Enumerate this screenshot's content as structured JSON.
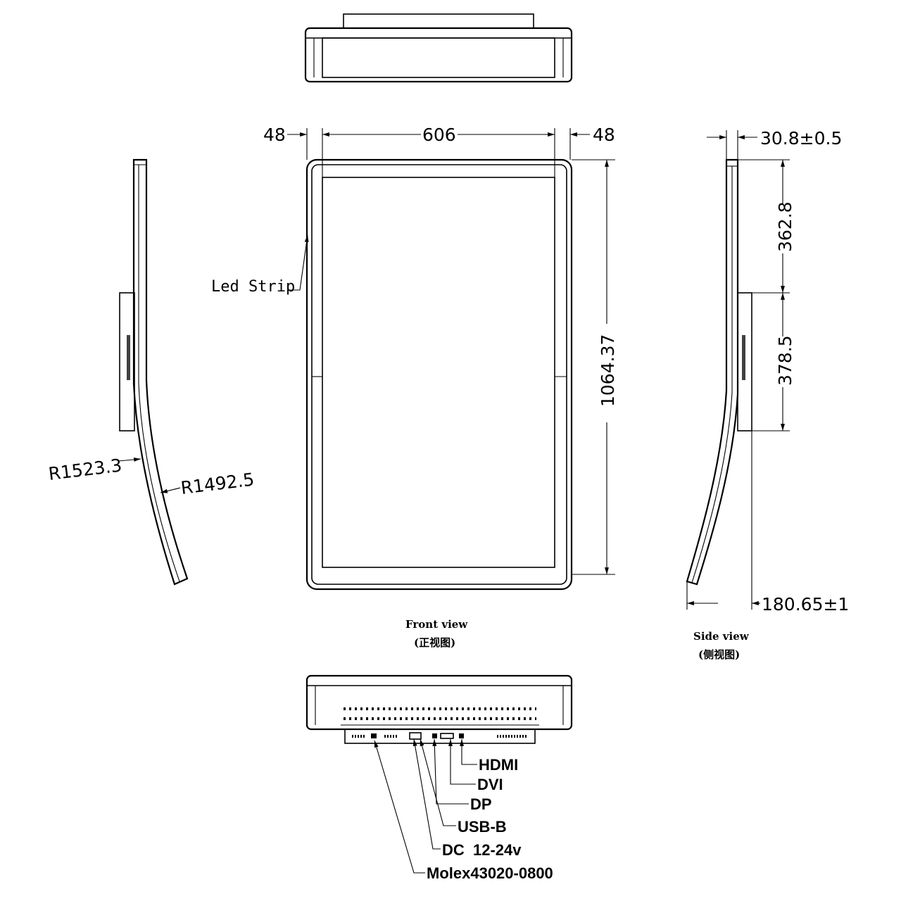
{
  "front_view": {
    "caption": "Front view",
    "caption_cn": "(正视图)",
    "dim_left_margin": "48",
    "dim_width": "606",
    "dim_right_margin": "48",
    "dim_height": "1064.37",
    "led_strip_label": "Led Strip"
  },
  "side_view": {
    "caption": "Side view",
    "caption_cn": "(侧视图)",
    "dim_thickness": "30.8±0.5",
    "dim_upper": "362.8",
    "dim_box": "378.5",
    "dim_depth": "180.65±1"
  },
  "curved_view": {
    "radius_outer": "R1523.3",
    "radius_inner": "R1492.5"
  },
  "ports": {
    "hdmi": "HDMI",
    "dvi": "DVI",
    "dp": "DP",
    "usb_b": "USB-B",
    "dc": "DC  12-24v",
    "molex": "Molex43020-0800"
  }
}
